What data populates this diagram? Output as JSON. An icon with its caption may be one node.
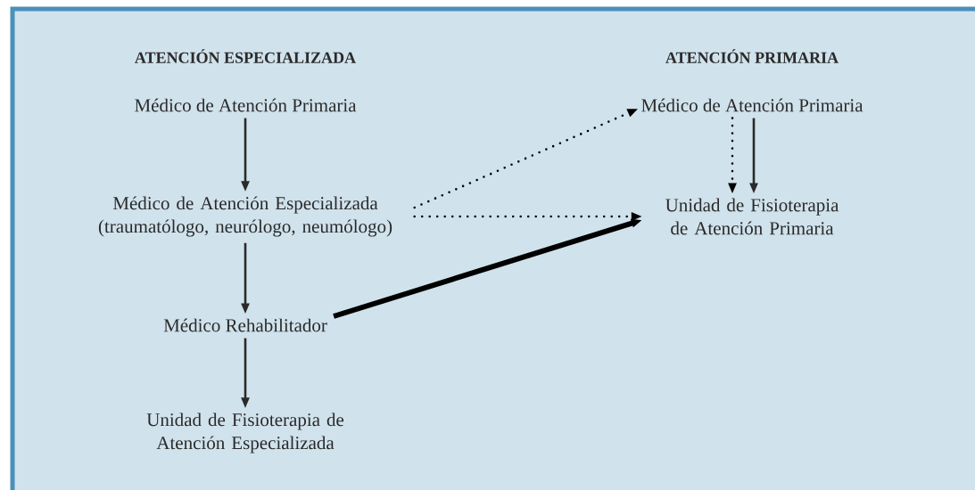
{
  "diagram": {
    "nodes": [
      {
        "text": [
          "Médico de Atención Primaria"
        ]
      },
      {
        "text": [
          "Médico de Atención Especializada (traumatólogo, neurólogo, neumólogo)"
        ]
      },
      {
        "text": [
          "Médico Rehabilitador"
        ]
      },
      {
        "text": [
          "Unidad de Fisioterapia de Atención Especializada"
        ]
      },
      {
        "text": [
          "Médico de Atención Primaria"
        ]
      },
      {
        "text": [
          "Unidad de Fisioterapia de Atención Primaria"
        ]
      }
    ],
    "edges": [
      {
        "from": 0,
        "to": 1,
        "arrow": "to"
      },
      {
        "from": 1,
        "to": 2,
        "arrow": "to"
      },
      {
        "from": 2,
        "to": 3,
        "arrow": "to"
      },
      {
        "from": 1,
        "to": 4,
        "arrow": "to",
        "style": "dashed",
        "color": "#000000"
      },
      {
        "from": 1,
        "to": 5,
        "arrow": "to",
        "style": "dashed",
        "color": "#000000"
      },
      {
        "from": 2,
        "to": 5,
        "arrow": "to",
        "style": "thick",
        "color": "#000000"
      },
      {
        "from": 4,
        "to": 5,
        "arrow": "to",
        "style": "dashed",
        "color": "#000000"
      },
      {
        "from": 4,
        "to": 5,
        "arrow": "to"
      }
    ],
    "labels": [
      "ATENCIÓN ESPECIALIZADA",
      "ATENCIÓN PRIMARIA"
    ]
  }
}
